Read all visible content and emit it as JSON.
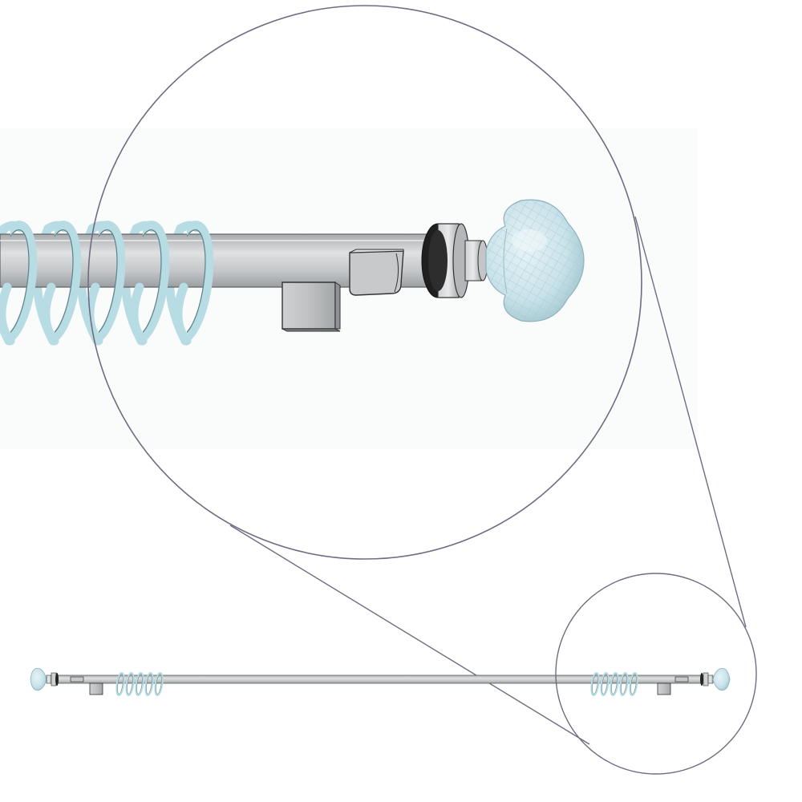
{
  "colors": {
    "background": "#ffffff",
    "magnifier_outline": "#6f6c82",
    "rod_fill": "#c9cbcd",
    "rod_highlight": "#e4e6e7",
    "rod_shadow": "#9a9d9f",
    "ring_fill": "#b8dce4",
    "ring_dark": "#5f8088",
    "finial_fill": "#cfe8ee",
    "finial_shadow": "#8fb4bd",
    "bracket_fill": "#b9bbbd",
    "bracket_dark": "#3a3a3a",
    "collar_black": "#2a2a2a",
    "faint_wall": "#f5f6f6"
  },
  "rings": {
    "left_count": 5,
    "right_count": 5,
    "zoom_visible_count": 6
  }
}
